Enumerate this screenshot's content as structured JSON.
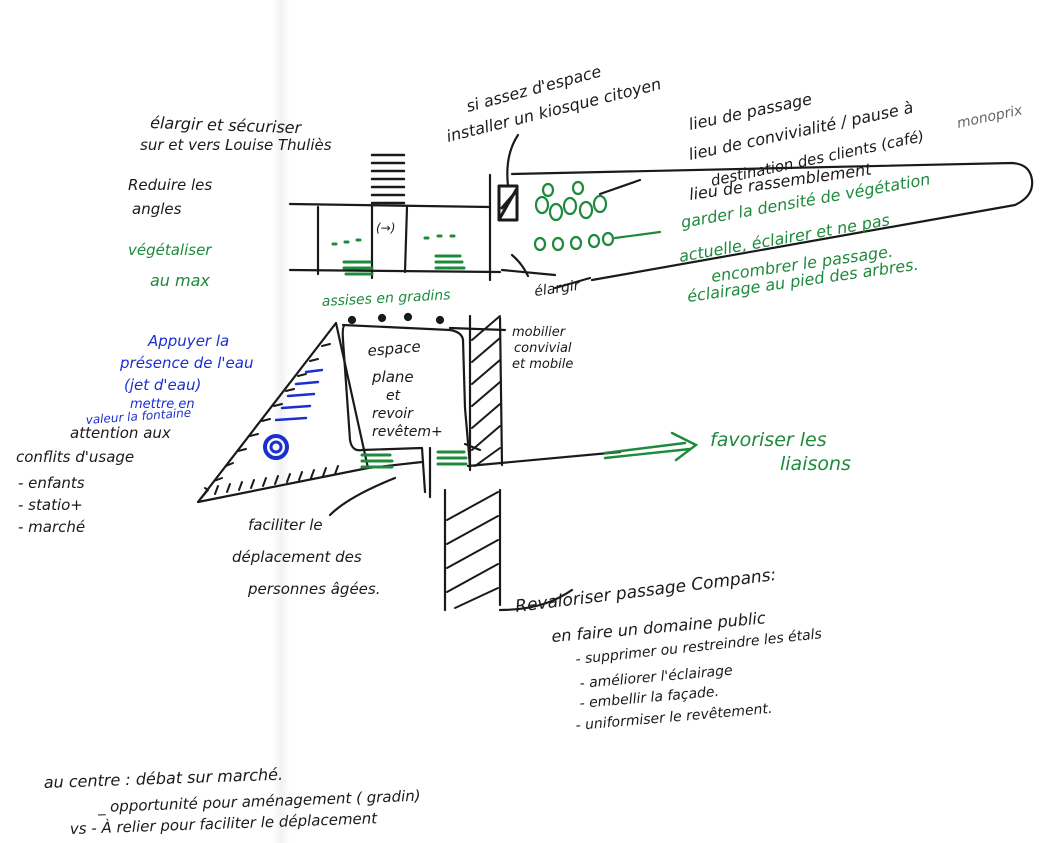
{
  "colors": {
    "ink": "#1a1a1a",
    "green": "#1e8a3c",
    "blue": "#1b2fd0"
  },
  "notes": {
    "widen_line1": "élargir et sécuriser",
    "widen_line2": "sur et vers Louise Thuliès",
    "reduce_line1": "Reduire les",
    "reduce_line2": "angles",
    "veg_line1": "végétaliser",
    "veg_line2": "au max",
    "kiosk_line1": "si assez d'espace",
    "kiosk_line2": "installer un kiosque citoyen",
    "place_line1": "lieu de passage",
    "place_line2": "lieu de convivialité / pause à",
    "place_line3": "destination des clients (café)",
    "place_line4": "monoprix",
    "place_line5": "lieu de rassemblement",
    "keep_line1": "garder la densité de végétation",
    "keep_line2": "actuelle, éclairer et ne pas",
    "keep_line3": "encombrer le passage.",
    "keep_line4": "éclairage au pied des arbres.",
    "widen_small": "élargir",
    "seating": "assises en gradins",
    "water_line1": "Appuyer la",
    "water_line2": "présence de l'eau",
    "water_line3": "(jet d'eau)",
    "water_line4": "mettre en",
    "water_line5": "valeur la fontaine",
    "attention_line1": "attention aux",
    "attention_line2": "conflits d'usage",
    "attention_item1": "- enfants",
    "attention_item2": "- statio+",
    "attention_item3": "- marché",
    "furniture_line1": "mobilier",
    "furniture_line2": "convivial",
    "furniture_line3": "et mobile",
    "space_line1": "espace",
    "space_line2": "plane",
    "space_line3": "et",
    "space_line4": "revoir",
    "space_line5": "revêtem+",
    "paren": "(→)",
    "links": "favoriser les",
    "links2": "liaisons",
    "elderly_line1": "faciliter le",
    "elderly_line2": "déplacement des",
    "elderly_line3": "personnes âgées.",
    "compans_title": "Revaloriser passage Compans:",
    "compans_line1": "en faire un domaine public",
    "compans_item1": "- supprimer ou restreindre les étals",
    "compans_item2": "- améliorer l'éclairage",
    "compans_item3": "- embellir la façade.",
    "compans_item4": "- uniformiser le revêtement.",
    "center_line1": "au centre : débat sur marché.",
    "center_line2": "_ opportunité pour aménagement ( gradin)",
    "center_line3": "vs - À relier pour faciliter le déplacement"
  }
}
